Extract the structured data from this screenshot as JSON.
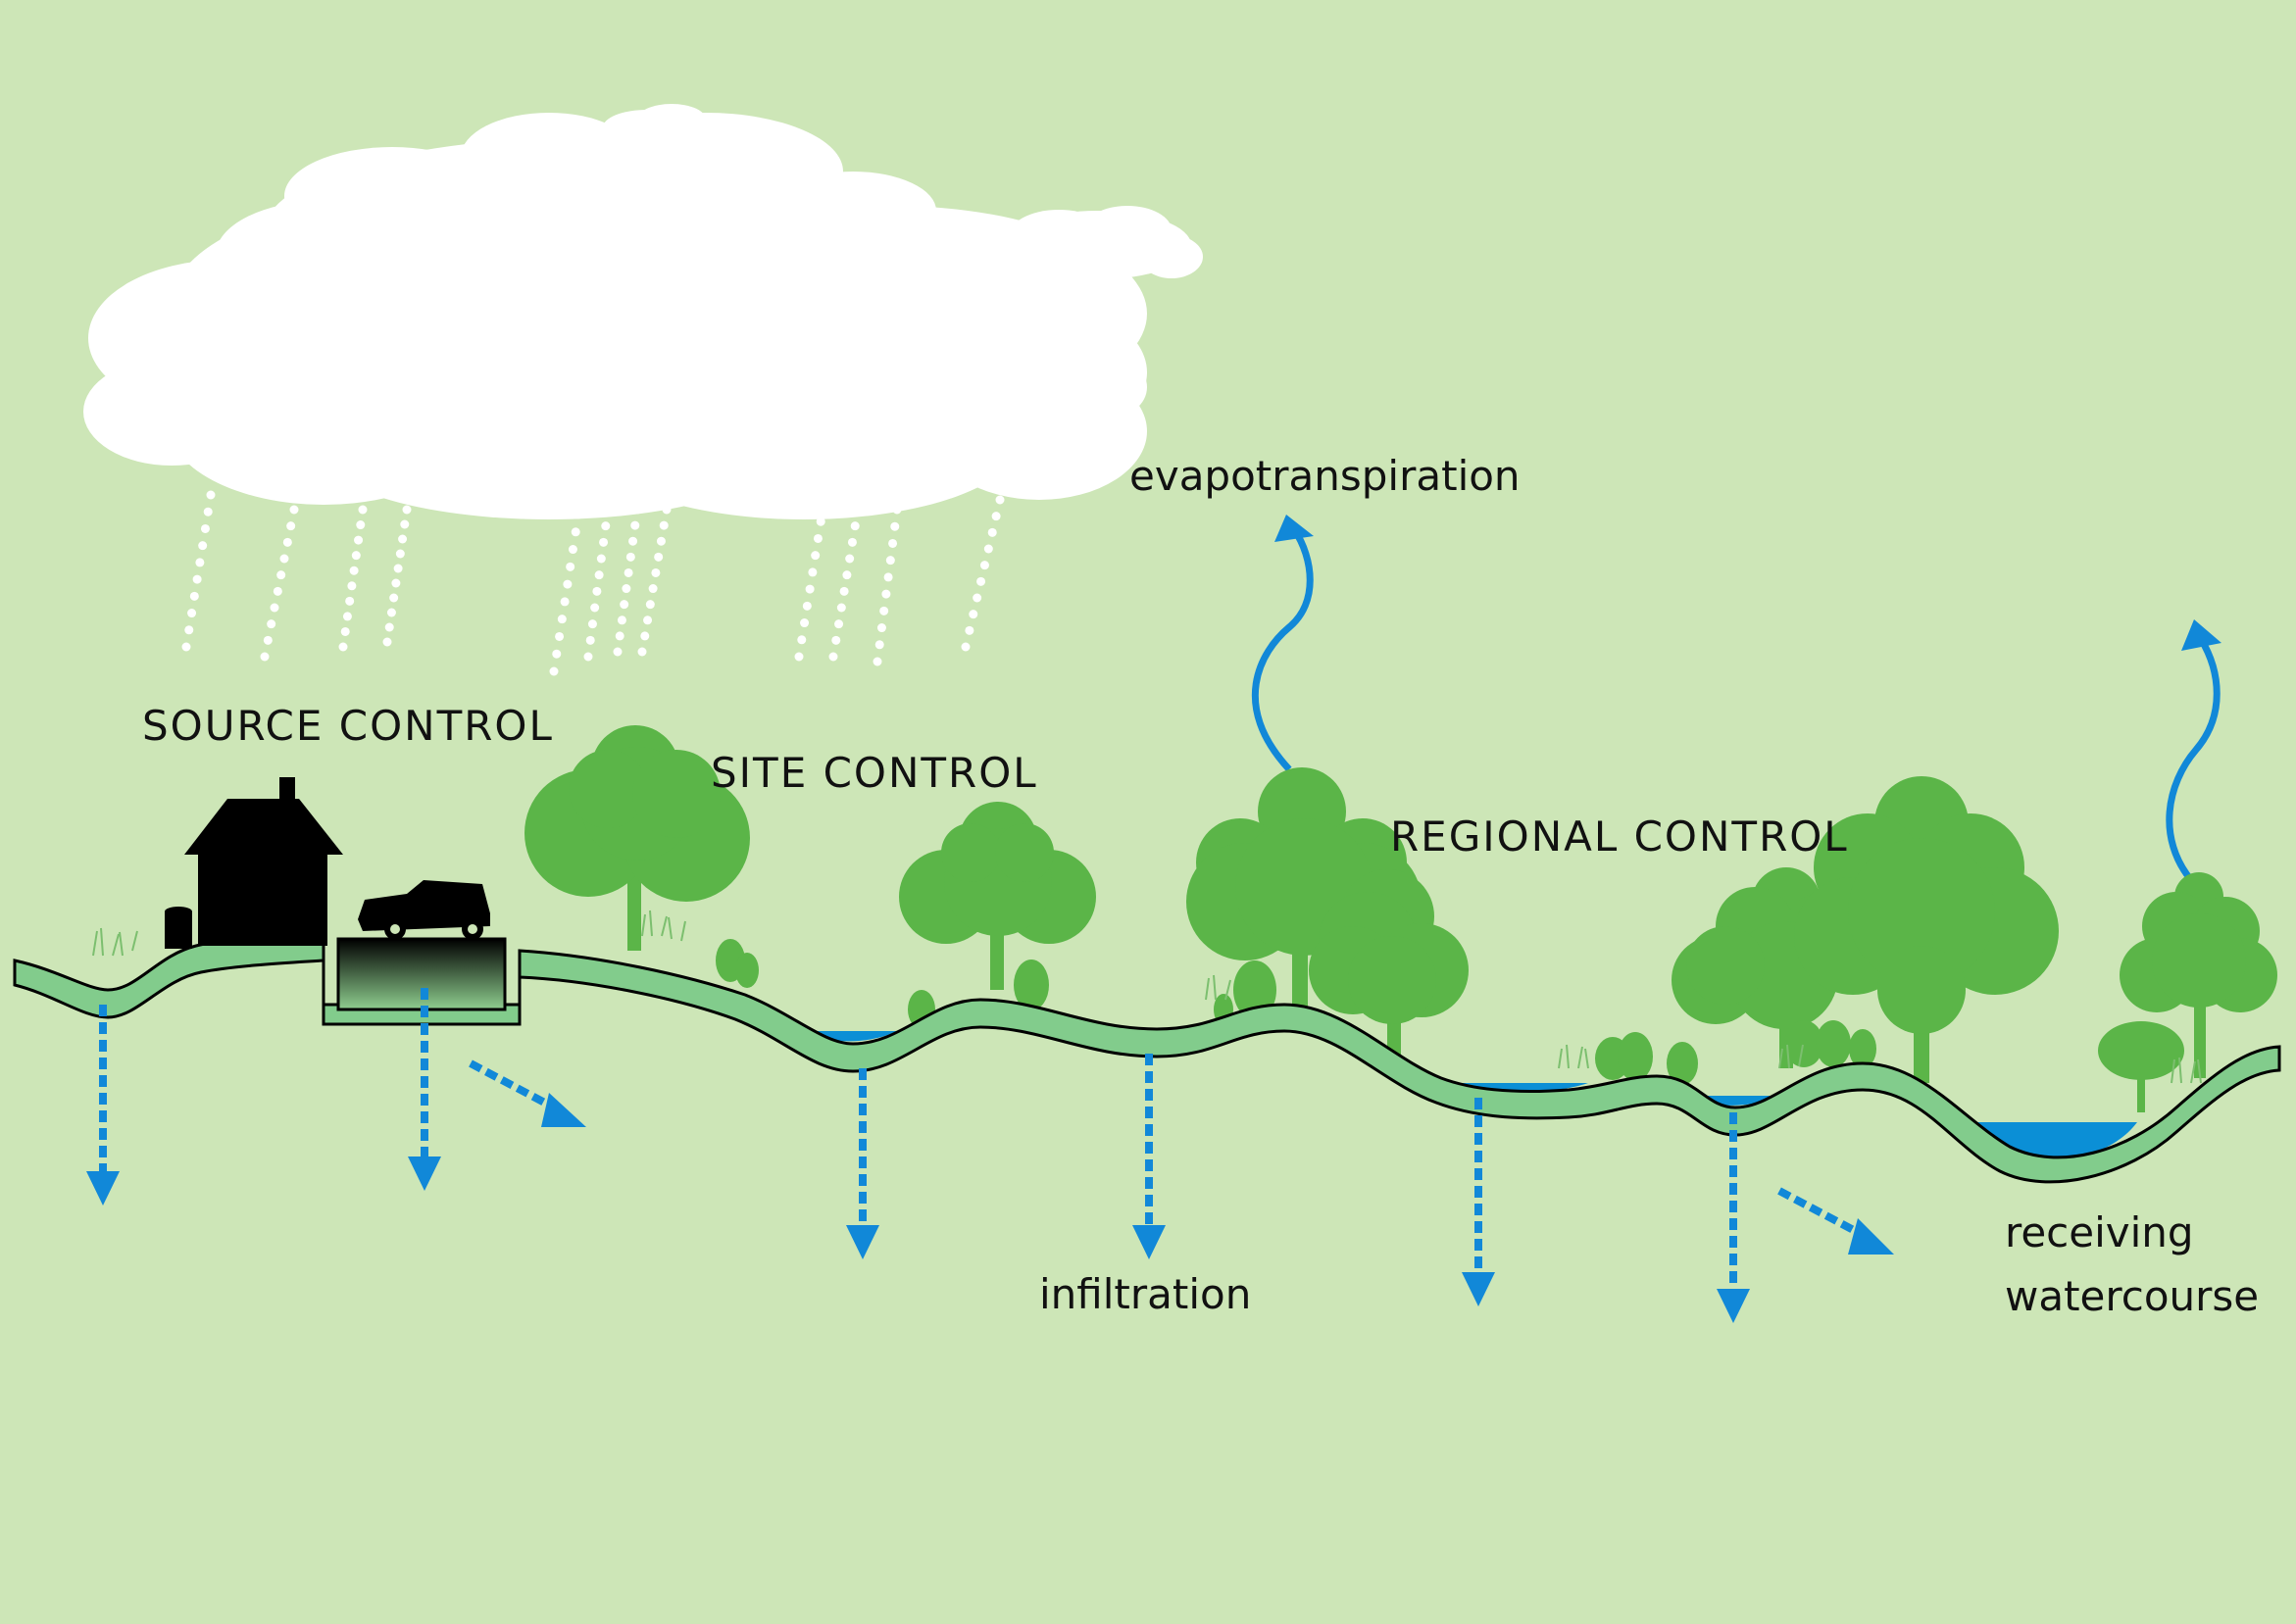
{
  "labels": {
    "source_control": "SOURCE CONTROL",
    "site_control": "SITE CONTROL",
    "regional_control": "REGIONAL CONTROL",
    "evapotranspiration": "evapotranspiration",
    "infiltration": "infiltration",
    "receiving_line1": "receiving",
    "receiving_line2": "watercourse"
  },
  "colors": {
    "background": "#cde6b7",
    "cloud": "#ffffff",
    "tree": "#5bb548",
    "ground_band": "#82cc8c",
    "water": "#0b8fd6",
    "arrow": "#1188d8",
    "silhouette": "#000000"
  }
}
